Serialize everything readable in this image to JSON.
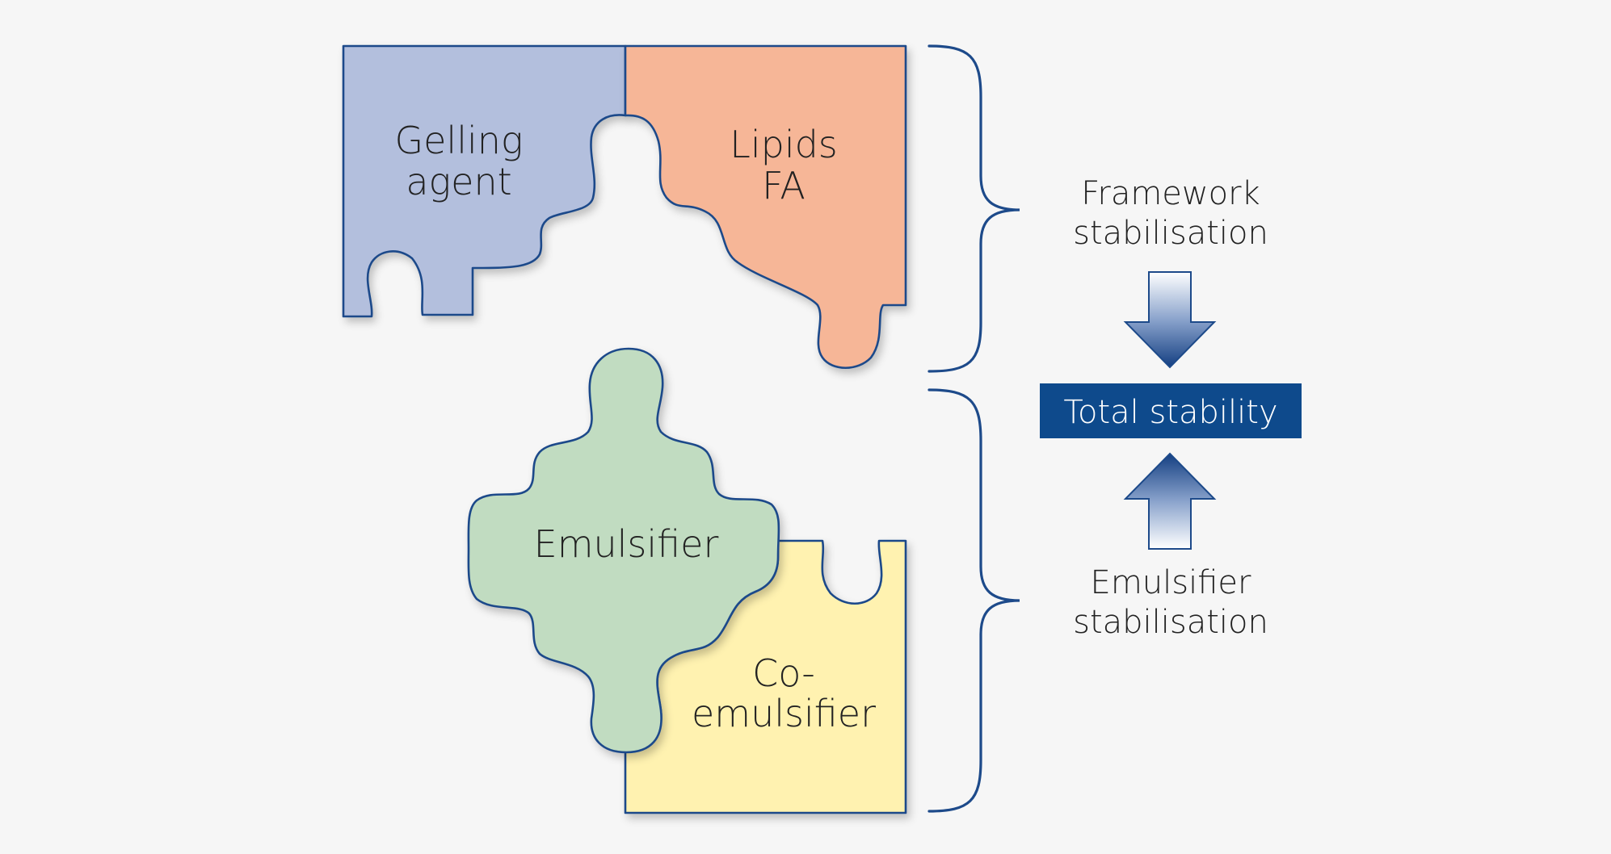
{
  "pieces": {
    "gelling_agent": [
      "Gelling",
      "agent"
    ],
    "lipids_fa": [
      "Lipids",
      "FA"
    ],
    "emulsifier": [
      "Emulsifier"
    ],
    "co_emulsifier": [
      "Co-",
      "emulsifier"
    ]
  },
  "stages": {
    "framework": [
      "Framework",
      "stabilisation"
    ],
    "total": "Total stability",
    "emulsifier": [
      "Emulsifier",
      "stabilisation"
    ]
  },
  "colors": {
    "gelling_agent": "#b3bfdd",
    "lipids_fa": "#f6b697",
    "emulsifier": "#c1dcc1",
    "co_emulsifier": "#fff2b0",
    "outline": "#1d4a8a",
    "total_box": "#0e4a8c",
    "background": "#f6f6f6"
  }
}
